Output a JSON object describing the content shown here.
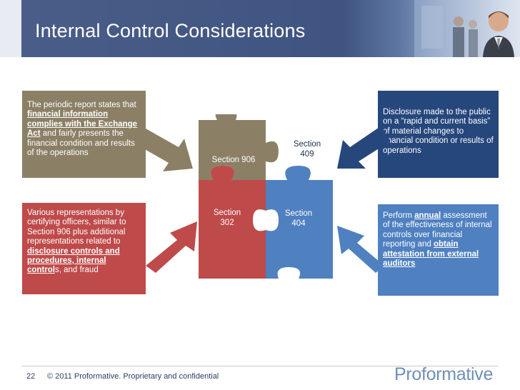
{
  "slide": {
    "title": "Internal Control Considerations",
    "page_number": "22",
    "copyright": "© 2011 Proformative. Proprietary and confidential",
    "logo_text": "Proformative"
  },
  "boxes": {
    "top_left": {
      "t1": "The periodic report states that ",
      "b1": "financial information complies with the Exchange Act",
      "t2": " and fairly presents the financial condition and results of the operations"
    },
    "bottom_left": {
      "t1": "Various representations by certifying officers, similar to Section 906 plus additional representations related to ",
      "b1": "disclosure controls and procedures, internal control",
      "t2": "s, and fraud"
    },
    "top_right": {
      "t1": "Disclosure made to the public on a “rapid and current basis” of material changes to financial condition or results of operations"
    },
    "bottom_right": {
      "t1": "Perform ",
      "b1": "annual",
      "t2": " assessment of the effectiveness of internal controls over financial reporting and ",
      "b2": "obtain attestation from external auditors"
    }
  },
  "puzzle": {
    "s906": "Section 906",
    "s409_a": "Section",
    "s409_b": "409",
    "s302_a": "Section",
    "s302_b": "302",
    "s404_a": "Section",
    "s404_b": "404"
  },
  "colors": {
    "header": "#3f5481",
    "tan": "#8b8066",
    "red": "#bf4a4a",
    "navy": "#26477c",
    "blue": "#4f80c0"
  },
  "icons": {
    "header_image": "business-people-photo",
    "arrows": "arrow-icon"
  }
}
